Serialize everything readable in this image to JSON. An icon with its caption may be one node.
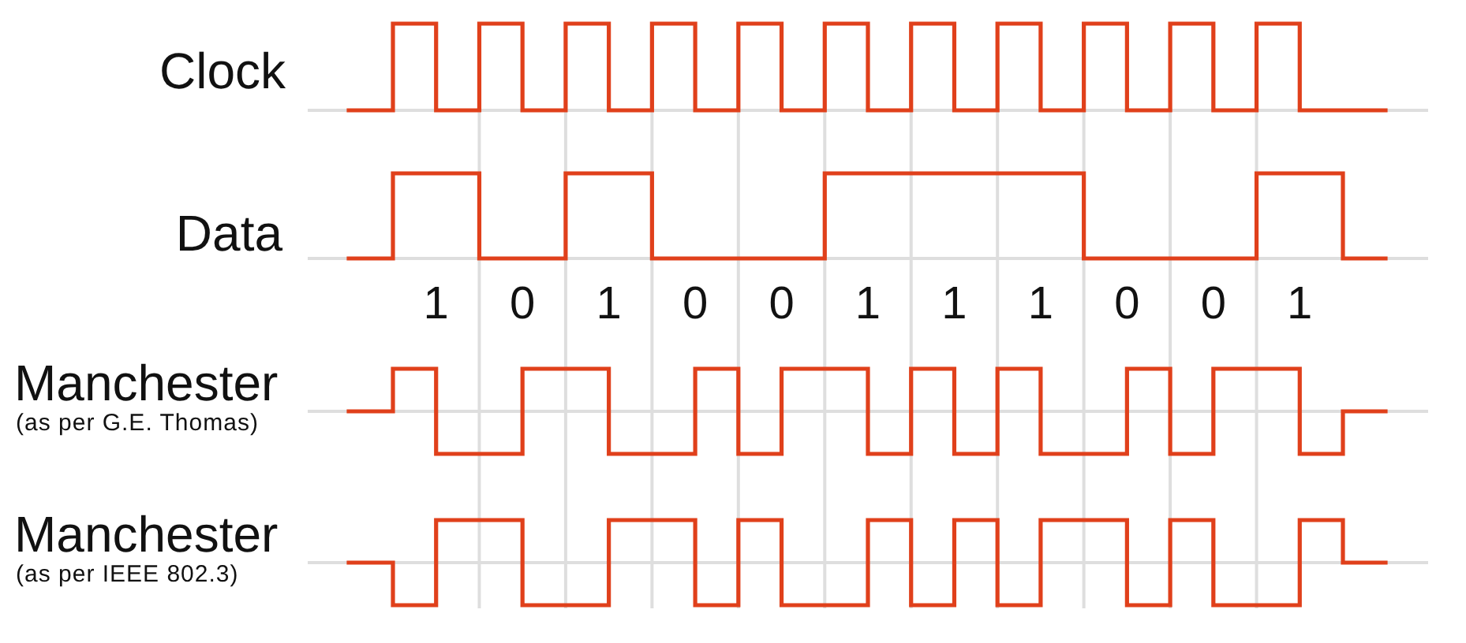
{
  "diagram": {
    "labels": [
      "Clock",
      "Data",
      "1",
      "0",
      "1",
      "0",
      "0",
      "1",
      "1",
      "1",
      "0",
      "0",
      "1",
      "Manchester",
      "(as per G.E. Thomas)",
      "Manchester",
      "(as per IEEE 802.3)"
    ]
  }
}
